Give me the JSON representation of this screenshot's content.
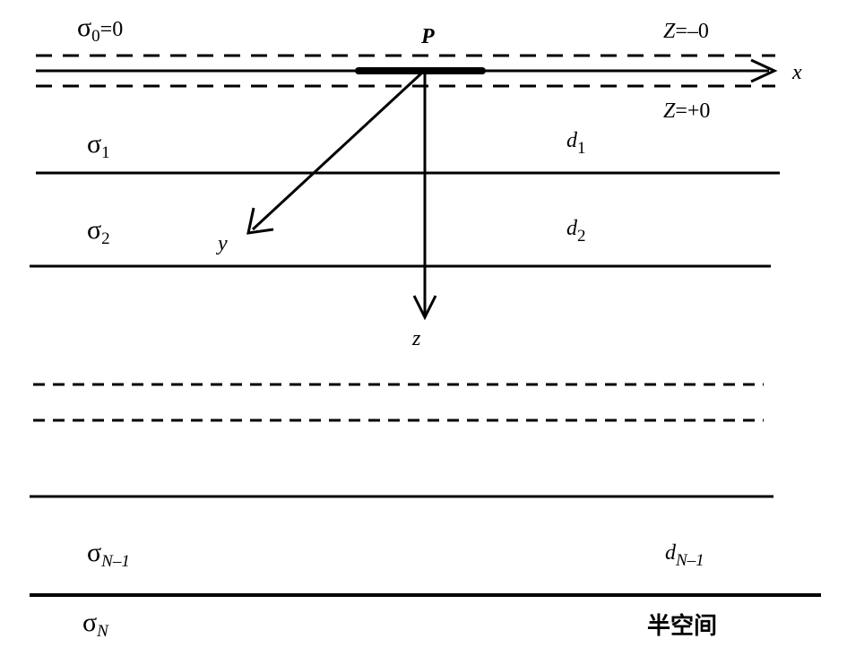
{
  "labels": {
    "sigma0": "σ",
    "sigma0_sub": "0",
    "sigma0_eq": "=0",
    "sigma1": "σ",
    "sigma1_sub": "1",
    "sigma2": "σ",
    "sigma2_sub": "2",
    "sigmaN1": "σ",
    "sigmaN1_sub": "N–1",
    "sigmaN": "σ",
    "sigmaN_sub": "N",
    "d1": "d",
    "d1_sub": "1",
    "d2": "d",
    "d2_sub": "2",
    "dN1": "d",
    "dN1_sub": "N–1",
    "point_p": "P",
    "z_minus": "Z=–0",
    "z_plus": "Z=+0",
    "axis_x": "x",
    "axis_y": "y",
    "axis_z": "z",
    "half_space": "半空间"
  }
}
